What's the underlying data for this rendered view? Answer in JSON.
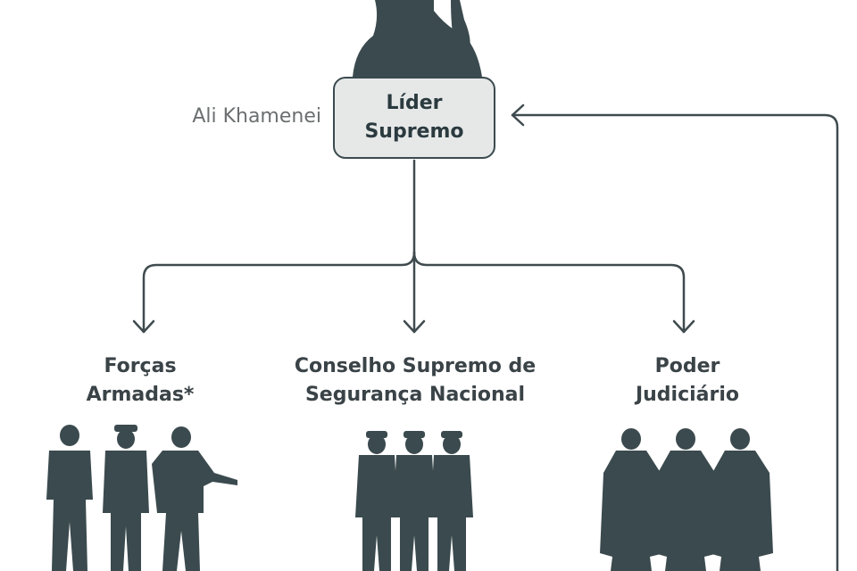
{
  "leader": {
    "name": "Ali Khamenei",
    "title_line1": "Líder",
    "title_line2": "Supremo"
  },
  "branches": [
    {
      "id": "forcas",
      "line1": "Forças",
      "line2": "Armadas*"
    },
    {
      "id": "conselho",
      "line1": "Conselho Supremo de",
      "line2": "Segurança Nacional"
    },
    {
      "id": "poder",
      "line1": "Poder",
      "line2": "Judiciário"
    }
  ],
  "colors": {
    "silhouette": "#3b4a4e",
    "connector": "#3f4b4f",
    "box_fill": "#e6e8e8"
  }
}
